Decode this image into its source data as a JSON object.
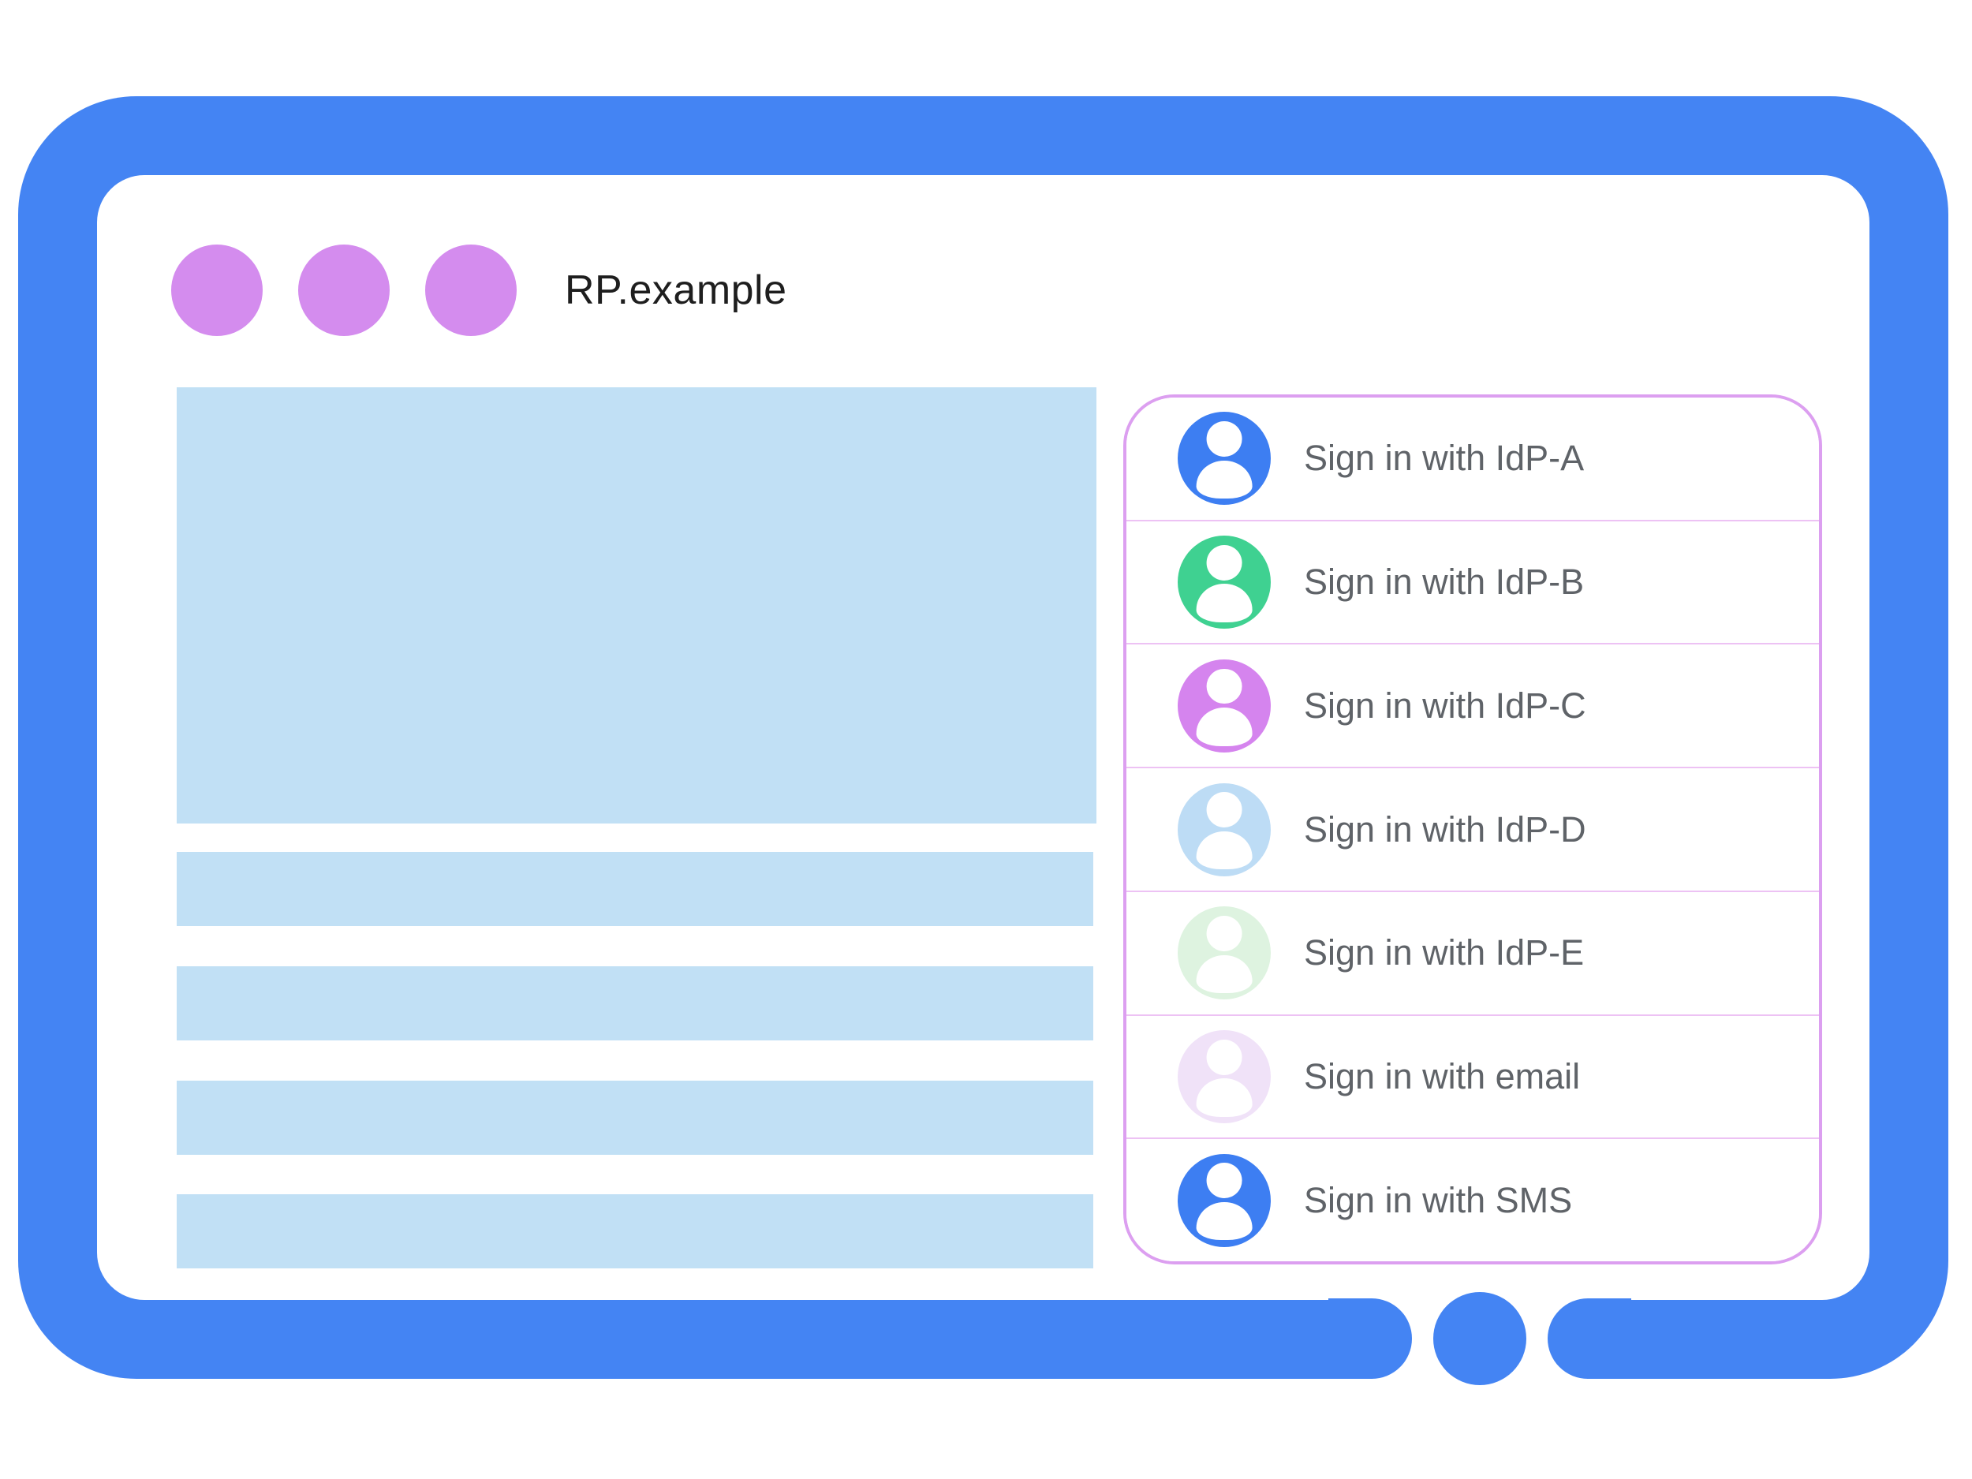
{
  "window": {
    "title": "RP.example",
    "control_dots": 3,
    "dot_color": "#D48CEE"
  },
  "colors": {
    "frame_blue": "#4484F3",
    "screen_white": "#FFFFFF",
    "placeholder_blue": "#C1E0F5",
    "panel_border_purple": "#DC9FF0",
    "separator_pink": "#EDC2F4",
    "label_gray": "#5F6368",
    "title_black": "#1E1E1E",
    "avatar_glyph_white": "#FFFFFF"
  },
  "content": {
    "hero_block": 1,
    "placeholder_bars": 4
  },
  "signin_panel": {
    "options": [
      {
        "label": "Sign in with IdP-A",
        "avatar_color": "#3D7EF2"
      },
      {
        "label": "Sign in with IdP-B",
        "avatar_color": "#3FD191"
      },
      {
        "label": "Sign in with IdP-C",
        "avatar_color": "#D584EE"
      },
      {
        "label": "Sign in with IdP-D",
        "avatar_color": "#BDDCF5"
      },
      {
        "label": "Sign in with IdP-E",
        "avatar_color": "#DEF3E0"
      },
      {
        "label": "Sign in with email",
        "avatar_color": "#F0E2F8"
      },
      {
        "label": "Sign in with SMS",
        "avatar_color": "#3D7EF2"
      }
    ]
  }
}
